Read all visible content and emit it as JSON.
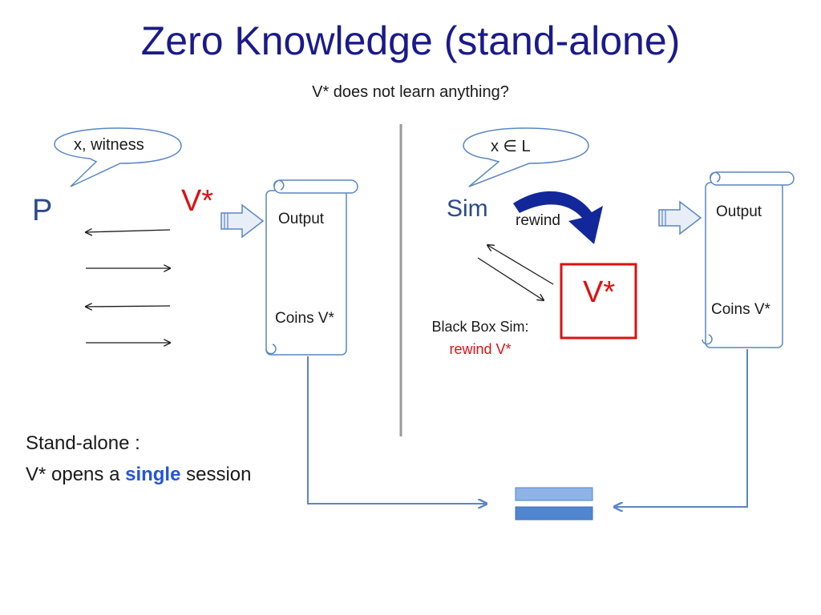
{
  "slide": {
    "title": "Zero Knowledge (stand-alone)",
    "subtitle": "V* does not learn anything?"
  },
  "left": {
    "bubble_text": "x, witness",
    "prover_label": "P",
    "verifier_label": "V*",
    "scroll_output": "Output",
    "scroll_coins": "Coins V*"
  },
  "right": {
    "bubble_text": "x ∈ L",
    "sim_label": "Sim",
    "rewind_label": "rewind",
    "verifier_label": "V*",
    "caption_line1": "Black Box Sim:",
    "caption_line2": "rewind V*",
    "scroll_output": "Output",
    "scroll_coins": "Coins V*"
  },
  "note": {
    "line1": "Stand-alone :",
    "line2_prefix": "V* opens a ",
    "line2_emph": "single",
    "line2_suffix": " session"
  },
  "colors": {
    "title": "#1a1a8c",
    "accent_red": "#dd1111",
    "sim_blue": "#2c4a8c",
    "outline_blue": "#5a86c4",
    "rewind_arrow": "#12279a",
    "equals_fill": "#4f86cf",
    "emphasis": "#2255dd"
  }
}
